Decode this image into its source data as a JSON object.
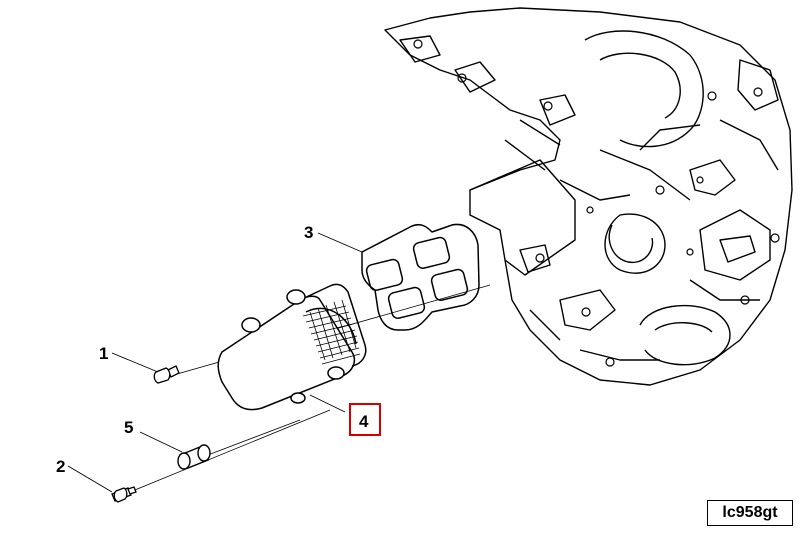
{
  "callouts": {
    "part_1": "1",
    "part_2": "2",
    "part_3": "3",
    "part_4": "4",
    "part_5": "5"
  },
  "highlighted_callout": "4",
  "highlight_color": "#d40000",
  "drawing_id": "lc958gt"
}
